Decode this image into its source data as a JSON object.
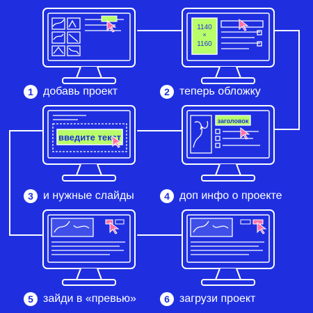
{
  "colors": {
    "background": "#1f2fe0",
    "line": "#ffffff",
    "highlight_green": "#b8ff6a",
    "highlight_pink": "#ff6fa8",
    "hatch": "#9fb0ff"
  },
  "steps": [
    {
      "num": "1",
      "label": "добавь проект"
    },
    {
      "num": "2",
      "label": "теперь обложку"
    },
    {
      "num": "3",
      "label": "и нужные слайды"
    },
    {
      "num": "4",
      "label": "доп инфо о проекте"
    },
    {
      "num": "5",
      "label": "зайди в «превью»"
    },
    {
      "num": "6",
      "label": "загрузи проект"
    }
  ],
  "screen2": {
    "size_w": "1140",
    "size_x": "×",
    "size_h": "1160"
  },
  "screen3": {
    "input_text": "введите текст"
  },
  "screen4": {
    "heading_text": "заголовок"
  },
  "icons": [
    "cursor-arrow-icon",
    "monitor-icon",
    "image-placeholder-icon"
  ]
}
